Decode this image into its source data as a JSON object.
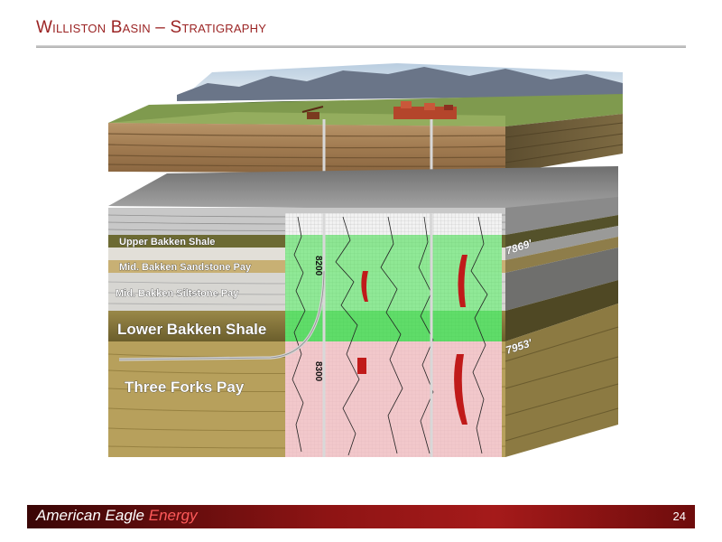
{
  "slide": {
    "title": "Williston Basin – Stratigraphy",
    "page_number": "24"
  },
  "footer": {
    "brand_primary": "American Eagle",
    "brand_accent": "Energy"
  },
  "layers": [
    {
      "id": "upper-bakken-shale",
      "label": "Upper Bakken Shale"
    },
    {
      "id": "mid-bakken-sandstone",
      "label": "Mid. Bakken Sandstone Pay"
    },
    {
      "id": "mid-bakken-siltstone",
      "label": "Mid. Bakken Siltstone Pay"
    },
    {
      "id": "lower-bakken-shale",
      "label": "Lower Bakken Shale"
    },
    {
      "id": "three-forks",
      "label": "Three Forks Pay"
    }
  ],
  "depth_markers": {
    "upper": "7869'",
    "lower": "7953'"
  },
  "log_depths": {
    "upper": "8200",
    "lower": "8300"
  },
  "colors": {
    "title": "#9b2424",
    "pay_zone_green": "#3ee04a",
    "pay_zone_pink": "#f2b7bc",
    "footer_red": "#8e1414",
    "footer_accent": "#ff5a5a"
  }
}
